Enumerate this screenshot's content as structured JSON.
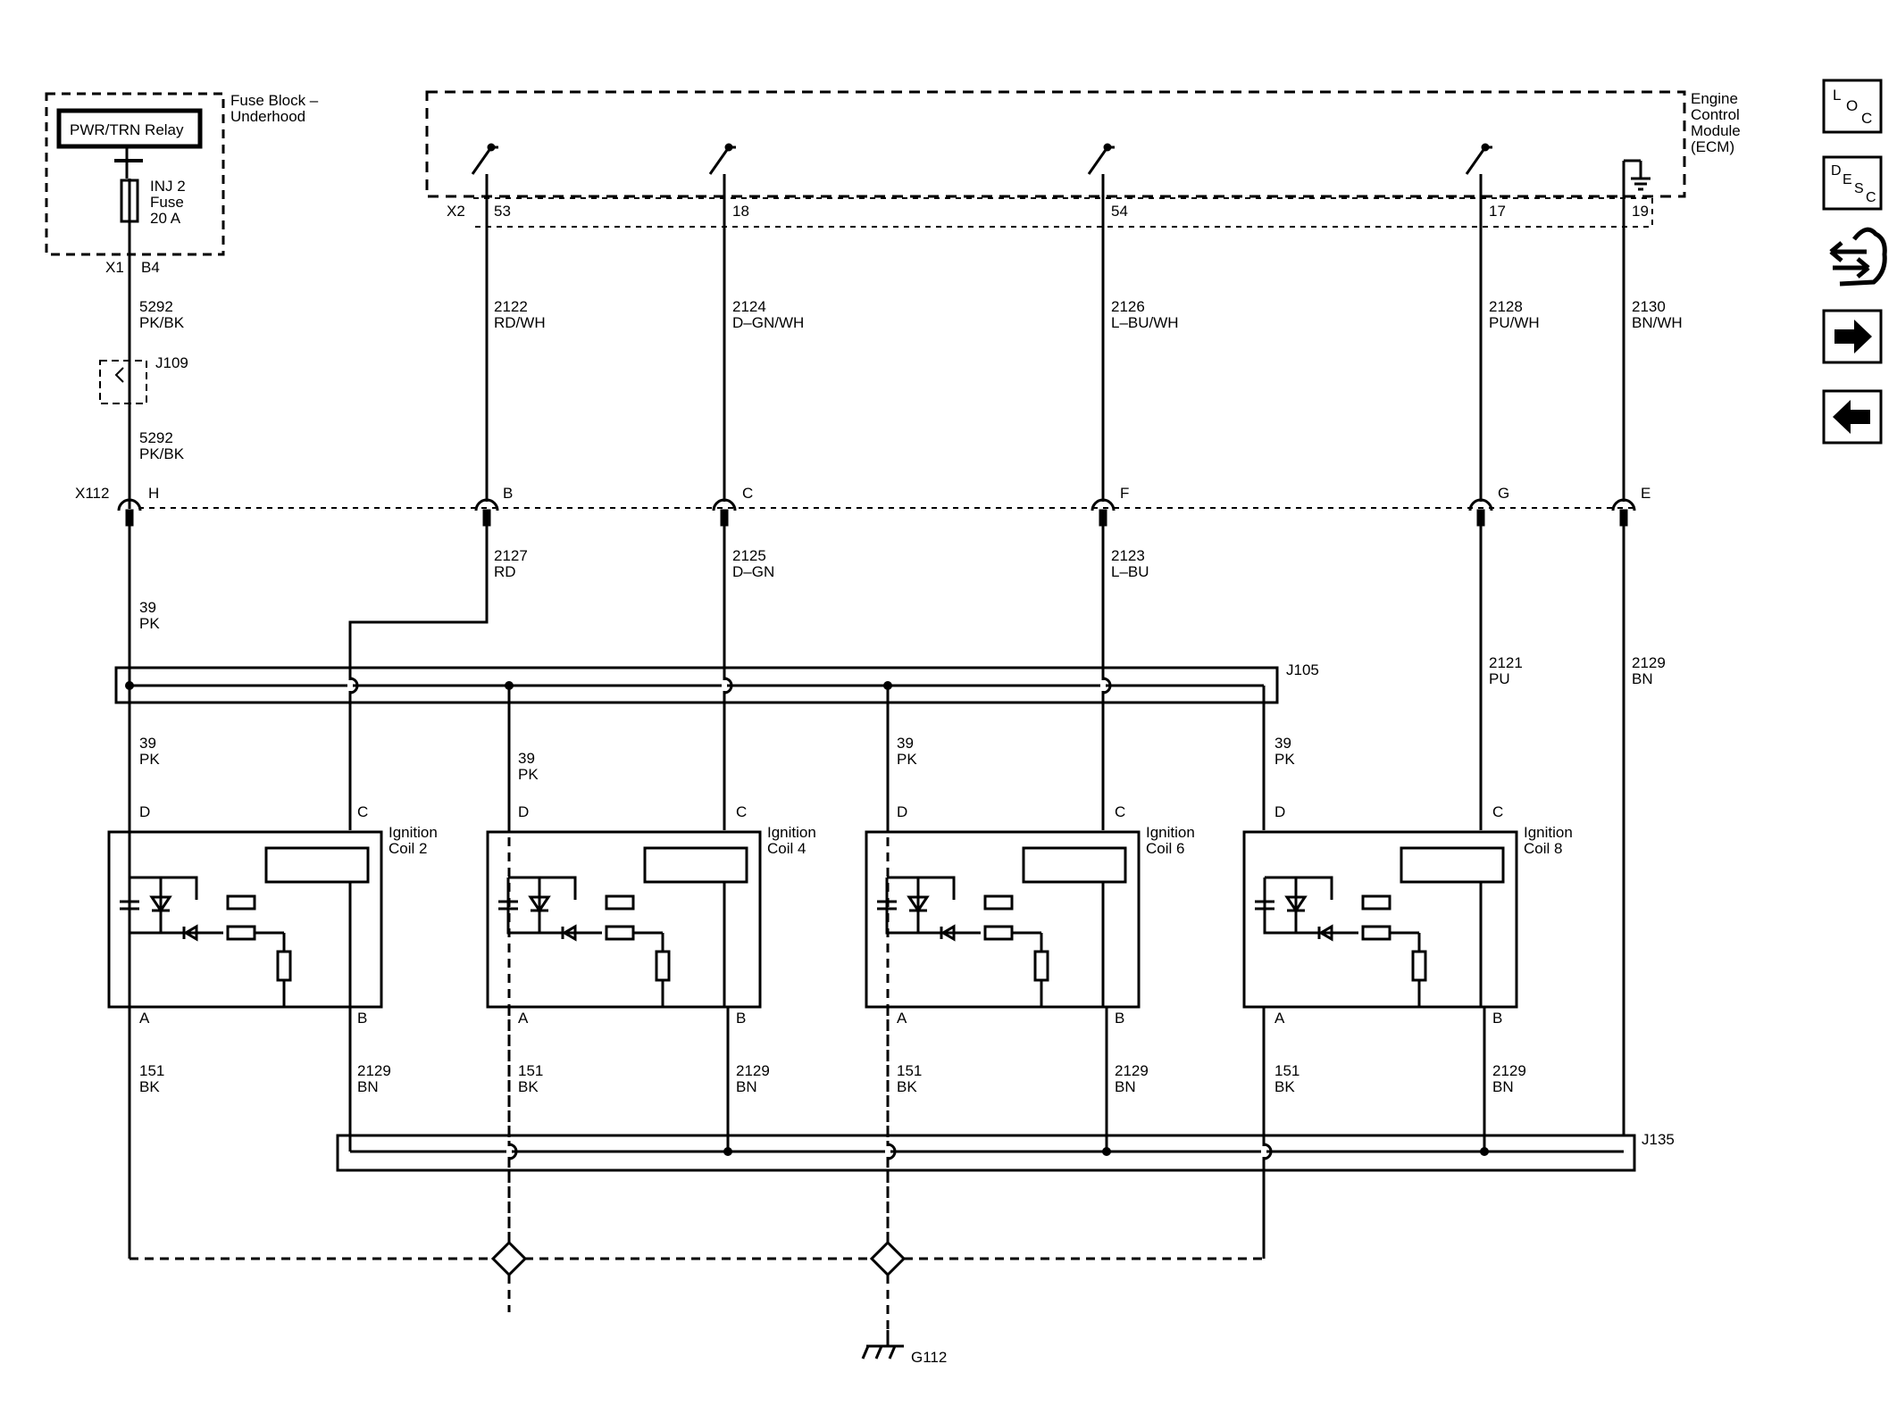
{
  "fuse_block": {
    "title_line1": "Fuse Block –",
    "title_line2": "Underhood",
    "relay": "PWR/TRN Relay",
    "fuse_line1": "INJ 2",
    "fuse_line2": "Fuse",
    "fuse_line3": "20 A",
    "connector": "X1",
    "pin": "B4"
  },
  "ecm": {
    "title_line1": "Engine",
    "title_line2": "Control",
    "title_line3": "Module",
    "title_line4": "(ECM)",
    "connector": "X2",
    "pins": [
      "53",
      "18",
      "54",
      "17",
      "19"
    ]
  },
  "wires": {
    "w5292_num": "5292",
    "w5292_col": "PK/BK",
    "w5292b_num": "5292",
    "w5292b_col": "PK/BK",
    "w2122_num": "2122",
    "w2122_col": "RD/WH",
    "w2124_num": "2124",
    "w2124_col": "D–GN/WH",
    "w2126_num": "2126",
    "w2126_col": "L–BU/WH",
    "w2128_num": "2128",
    "w2128_col": "PU/WH",
    "w2130_num": "2130",
    "w2130_col": "BN/WH",
    "w2127_num": "2127",
    "w2127_col": "RD",
    "w2125_num": "2125",
    "w2125_col": "D–GN",
    "w2123_num": "2123",
    "w2123_col": "L–BU",
    "w39_num": "39",
    "w39_col": "PK",
    "w2121_num": "2121",
    "w2121_col": "PU",
    "w2129_num": "2129",
    "w2129_col": "BN"
  },
  "splices": {
    "j109": "J109",
    "j105": "J105",
    "j135": "J135"
  },
  "inline_connector": {
    "name": "X112",
    "pins": [
      "H",
      "B",
      "C",
      "F",
      "G",
      "E"
    ]
  },
  "coils": [
    {
      "name_line1": "Ignition",
      "name_line2": "Coil 2",
      "pin_d": "D",
      "pin_c": "C",
      "pin_a": "A",
      "pin_b": "B",
      "in_num": "39",
      "in_col": "PK",
      "gnd_num": "151",
      "gnd_col": "BK",
      "ret_num": "2129",
      "ret_col": "BN"
    },
    {
      "name_line1": "Ignition",
      "name_line2": "Coil 4",
      "pin_d": "D",
      "pin_c": "C",
      "pin_a": "A",
      "pin_b": "B",
      "in_num": "39",
      "in_col": "PK",
      "gnd_num": "151",
      "gnd_col": "BK",
      "ret_num": "2129",
      "ret_col": "BN"
    },
    {
      "name_line1": "Ignition",
      "name_line2": "Coil 6",
      "pin_d": "D",
      "pin_c": "C",
      "pin_a": "A",
      "pin_b": "B",
      "in_num": "39",
      "in_col": "PK",
      "gnd_num": "151",
      "gnd_col": "BK",
      "ret_num": "2129",
      "ret_col": "BN"
    },
    {
      "name_line1": "Ignition",
      "name_line2": "Coil 8",
      "pin_d": "D",
      "pin_c": "C",
      "pin_a": "A",
      "pin_b": "B",
      "in_num": "39",
      "in_col": "PK",
      "gnd_num": "151",
      "gnd_col": "BK",
      "ret_num": "2129",
      "ret_col": "BN"
    }
  ],
  "ground": {
    "name": "G112"
  },
  "nav": {
    "loc_l": "L",
    "loc_o": "O",
    "loc_c": "C",
    "desc_d": "D",
    "desc_e": "E",
    "desc_s": "S",
    "desc_c": "C",
    "icons": [
      "location-icon",
      "description-icon",
      "connector-icon",
      "next-arrow-icon",
      "previous-arrow-icon"
    ]
  }
}
